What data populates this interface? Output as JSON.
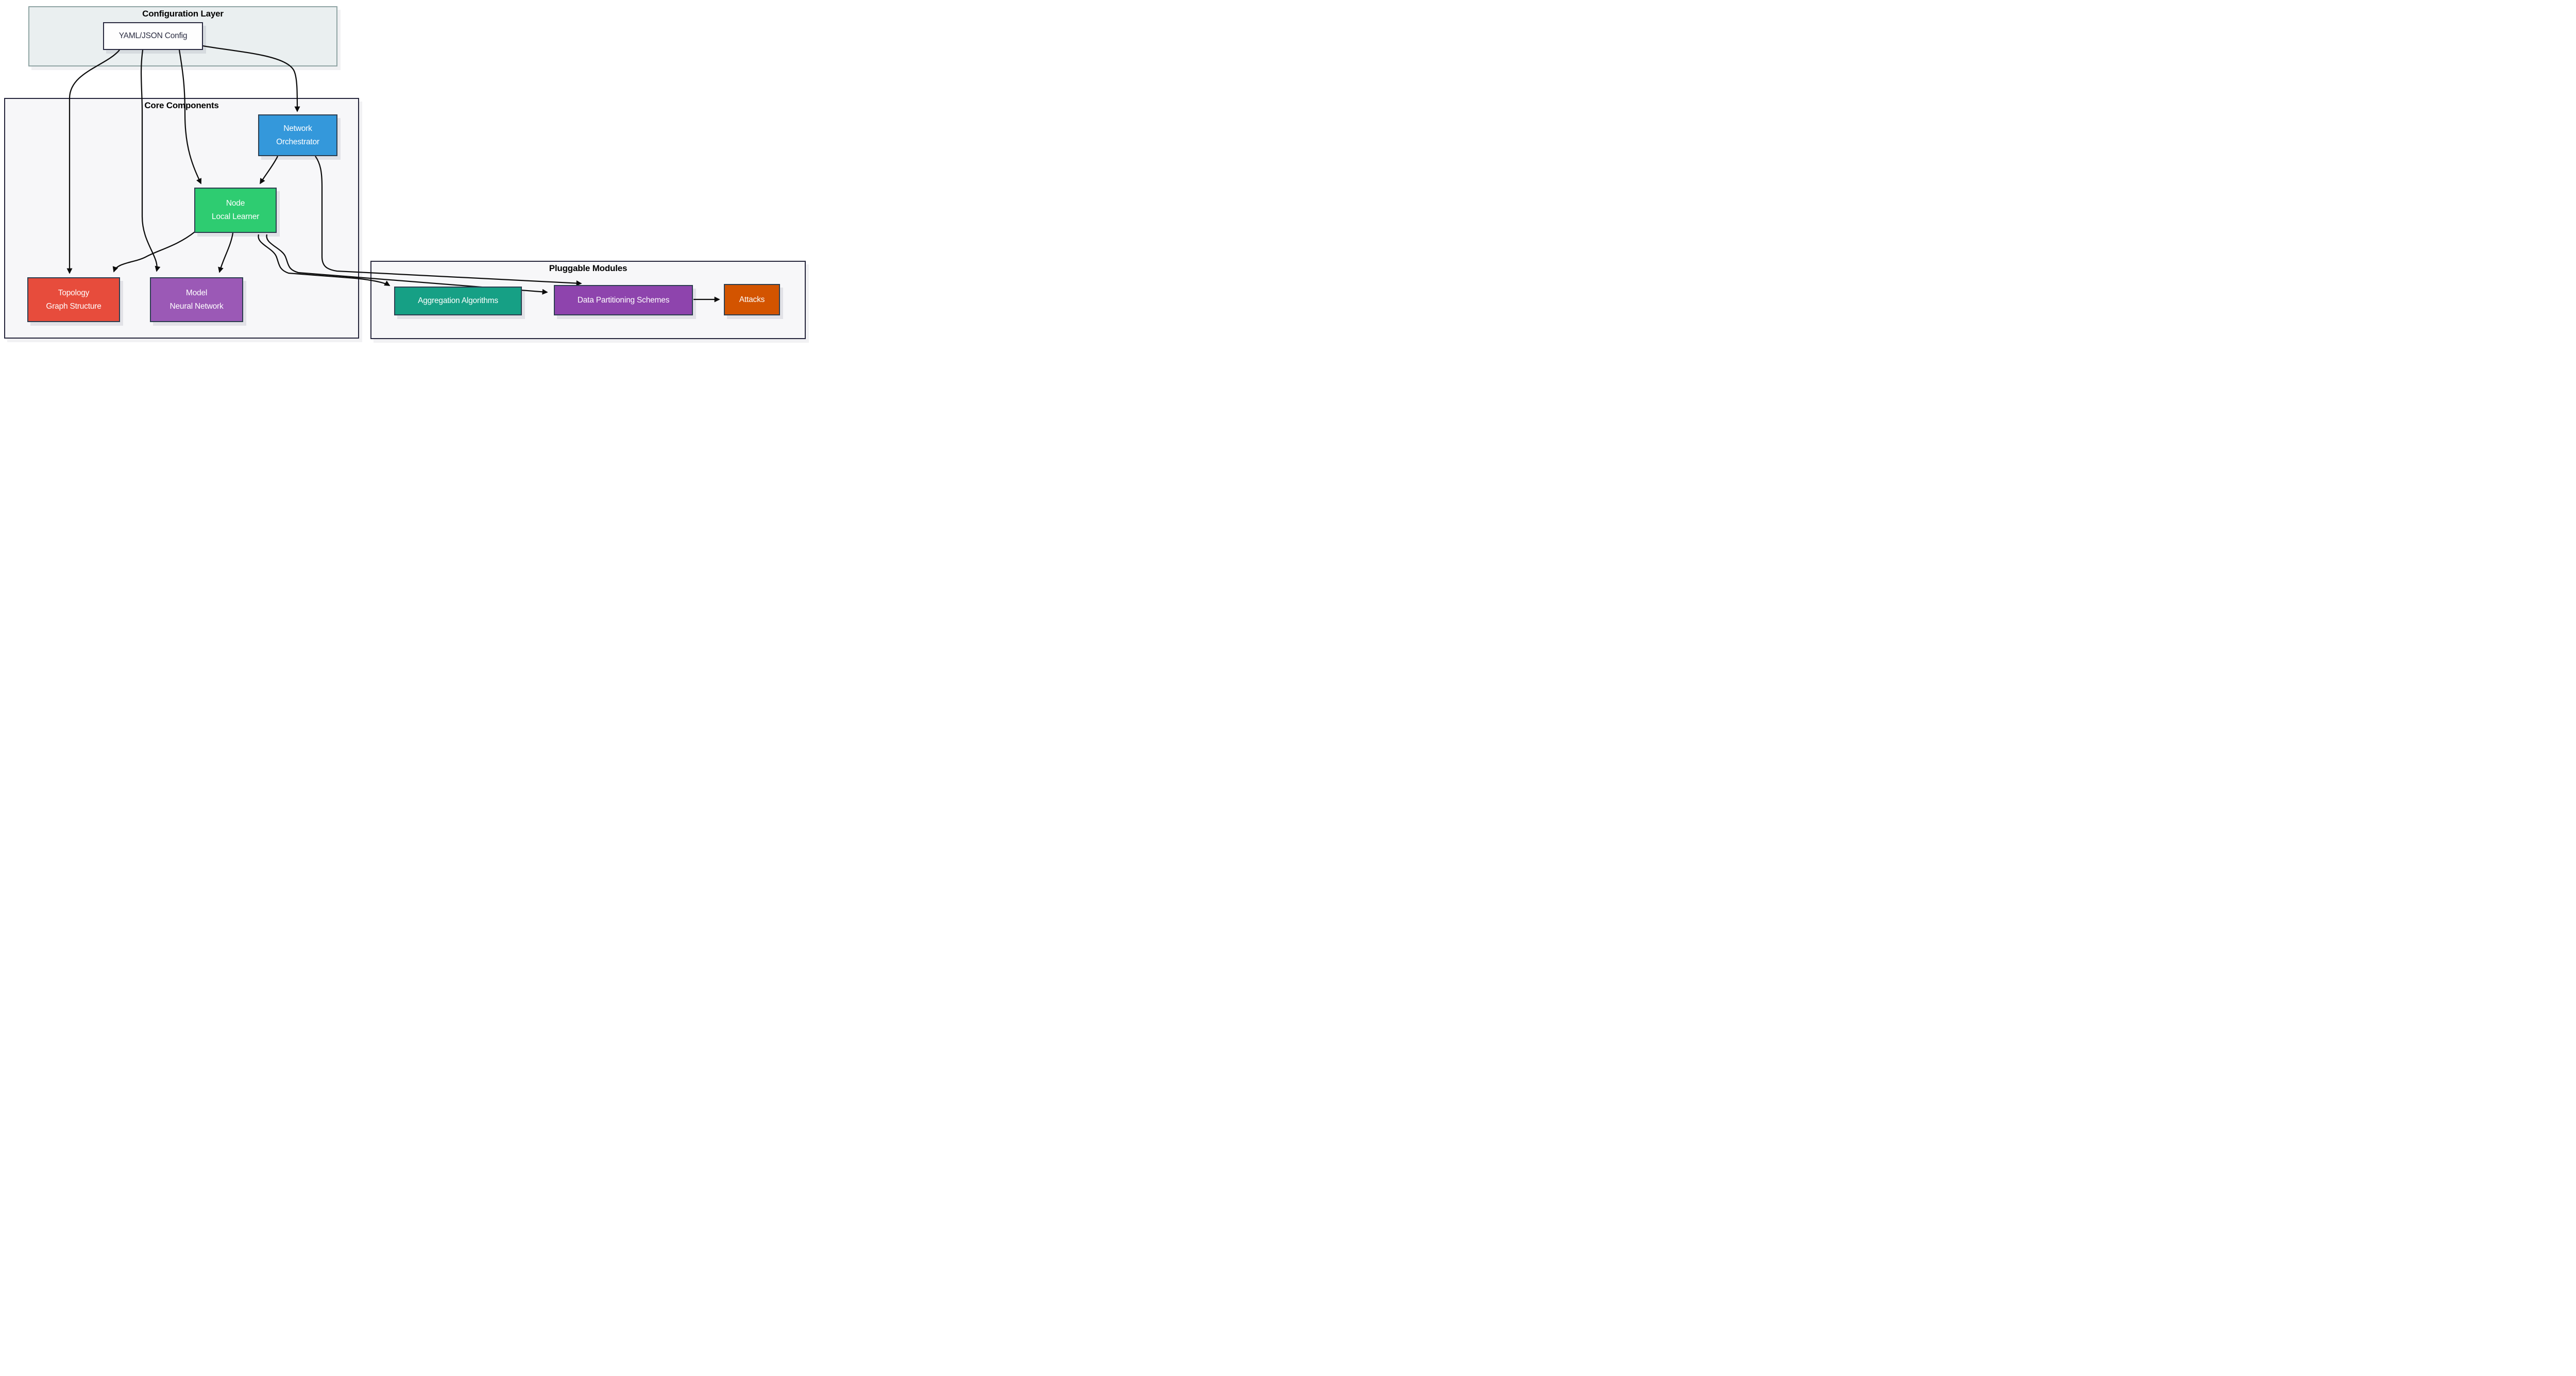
{
  "containers": {
    "configuration": {
      "title": "Configuration Layer",
      "fill": "#eaeff0",
      "border": "#90a4a4"
    },
    "core": {
      "title": "Core Components",
      "fill": "#f7f7f9",
      "border": "#26263c"
    },
    "pluggable": {
      "title": "Pluggable Modules",
      "fill": "#f7f7f9",
      "border": "#26263c"
    }
  },
  "nodes": {
    "config": {
      "label": "YAML/JSON Config",
      "fill": "#fefefe",
      "border": "#2a2a40",
      "text_color": "#2b2d42"
    },
    "orchestrator": {
      "line1": "Network",
      "line2": "Orchestrator",
      "fill": "#3498db",
      "border": "#2c3e50",
      "text_color": "#ffffff"
    },
    "local_learner": {
      "line1": "Node",
      "line2": "Local Learner",
      "fill": "#2ecc71",
      "border": "#2c3e50",
      "text_color": "#ffffff"
    },
    "topology": {
      "line1": "Topology",
      "line2": "Graph Structure",
      "fill": "#e74c3c",
      "border": "#2c3e50",
      "text_color": "#ffffff"
    },
    "model": {
      "line1": "Model",
      "line2": "Neural Network",
      "fill": "#9b59b6",
      "border": "#2c3e50",
      "text_color": "#ffffff"
    },
    "aggregation": {
      "label": "Aggregation Algorithms",
      "fill": "#16a085",
      "border": "#2c3e50",
      "text_color": "#ffffff"
    },
    "partitioning": {
      "label": "Data Partitioning Schemes",
      "fill": "#8e44ad",
      "border": "#2c3e50",
      "text_color": "#ffffff"
    },
    "attacks": {
      "label": "Attacks",
      "fill": "#d35400",
      "border": "#2c3e50",
      "text_color": "#ffffff"
    }
  },
  "edges": [
    {
      "from": "YAML/JSON Config",
      "to": "Network Orchestrator"
    },
    {
      "from": "YAML/JSON Config",
      "to": "Node Local Learner"
    },
    {
      "from": "YAML/JSON Config",
      "to": "Topology Graph Structure"
    },
    {
      "from": "YAML/JSON Config",
      "to": "Model Neural Network"
    },
    {
      "from": "Network Orchestrator",
      "to": "Node Local Learner"
    },
    {
      "from": "Network Orchestrator",
      "to": "Data Partitioning Schemes"
    },
    {
      "from": "Node Local Learner",
      "to": "Topology Graph Structure"
    },
    {
      "from": "Node Local Learner",
      "to": "Model Neural Network"
    },
    {
      "from": "Node Local Learner",
      "to": "Aggregation Algorithms"
    },
    {
      "from": "Node Local Learner",
      "to": "Data Partitioning Schemes"
    },
    {
      "from": "Data Partitioning Schemes",
      "to": "Attacks"
    }
  ],
  "colors": {
    "edge": "#0b0b0b",
    "cluster_title": "#000000",
    "background": "#ffffff"
  }
}
